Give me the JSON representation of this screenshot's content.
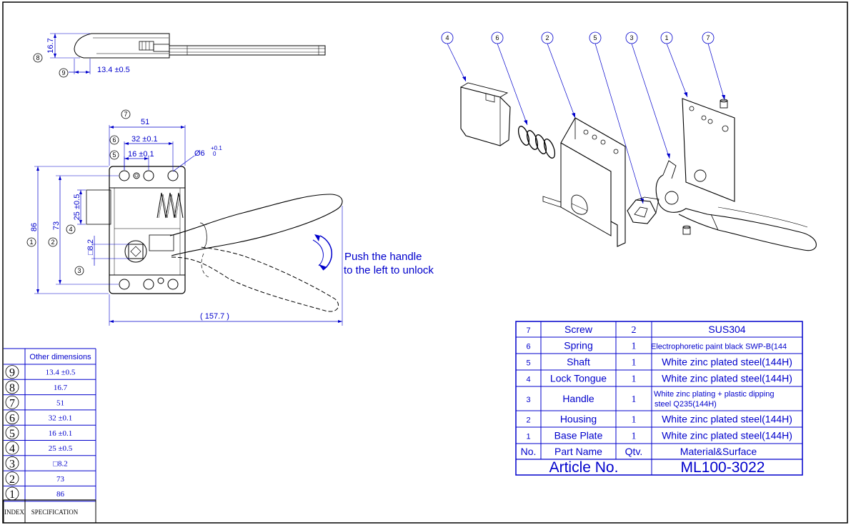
{
  "drawing": {
    "side_view": {
      "dim_height": "16.7",
      "dim_offset": "13.4 ±0.5",
      "bubble_a": "8",
      "bubble_b": "9"
    },
    "front_view": {
      "dim_51": "51",
      "dim_32": "32 ±0.1",
      "dim_16": "16 ±0.1",
      "dim_hole": "Ø6",
      "dim_hole_tol_upper": "+0.1",
      "dim_hole_tol_lower": "0",
      "dim_25": "25 ±0.5",
      "dim_86": "86",
      "dim_73": "73",
      "dim_sq": "□8.2",
      "dim_overall": "( 157.7 )",
      "bubbles": [
        "7",
        "6",
        "5",
        "4",
        "3",
        "2",
        "1"
      ],
      "instruction_line1": "Push the handle",
      "instruction_line2": "to the left to unlock"
    },
    "exploded_view": {
      "bubbles": [
        "4",
        "6",
        "2",
        "5",
        "3",
        "1",
        "7"
      ]
    }
  },
  "parts_table": {
    "rows": [
      {
        "no": "7",
        "name": "Screw",
        "qty": "2",
        "material": "SUS304"
      },
      {
        "no": "6",
        "name": "Spring",
        "qty": "1",
        "material": "Electrophoretic paint black SWP-B(144"
      },
      {
        "no": "5",
        "name": "Shaft",
        "qty": "1",
        "material": "White zinc plated steel(144H)"
      },
      {
        "no": "4",
        "name": "Lock Tongue",
        "qty": "1",
        "material": "White zinc plated steel(144H)"
      },
      {
        "no": "3",
        "name": "Handle",
        "qty": "1",
        "material": "White zinc plating + plastic dipping",
        "material_line2": "steel Q235(144H)"
      },
      {
        "no": "2",
        "name": "Housing",
        "qty": "1",
        "material": "White zinc plated steel(144H)"
      },
      {
        "no": "1",
        "name": "Base Plate",
        "qty": "1",
        "material": "White zinc plated steel(144H)"
      }
    ],
    "header": {
      "no": "No.",
      "name": "Part Name",
      "qty": "Qtv.",
      "material": "Material&Surface"
    },
    "article_label": "Article No.",
    "article_value": "ML100-3022"
  },
  "dimensions_table": {
    "header": "Other dimensions",
    "rows": [
      {
        "index": "9",
        "value": "13.4 ±0.5"
      },
      {
        "index": "8",
        "value": "16.7"
      },
      {
        "index": "7",
        "value": "51"
      },
      {
        "index": "6",
        "value": "32 ±0.1"
      },
      {
        "index": "5",
        "value": "16 ±0.1"
      },
      {
        "index": "4",
        "value": "25 ±0.5"
      },
      {
        "index": "3",
        "value": "□8.2"
      },
      {
        "index": "2",
        "value": "73"
      },
      {
        "index": "1",
        "value": "86"
      }
    ],
    "footer_index": "INDEX",
    "footer_spec": "SPECIFICATION"
  },
  "colors": {
    "dimension": "#0000cc",
    "line": "#000000"
  }
}
